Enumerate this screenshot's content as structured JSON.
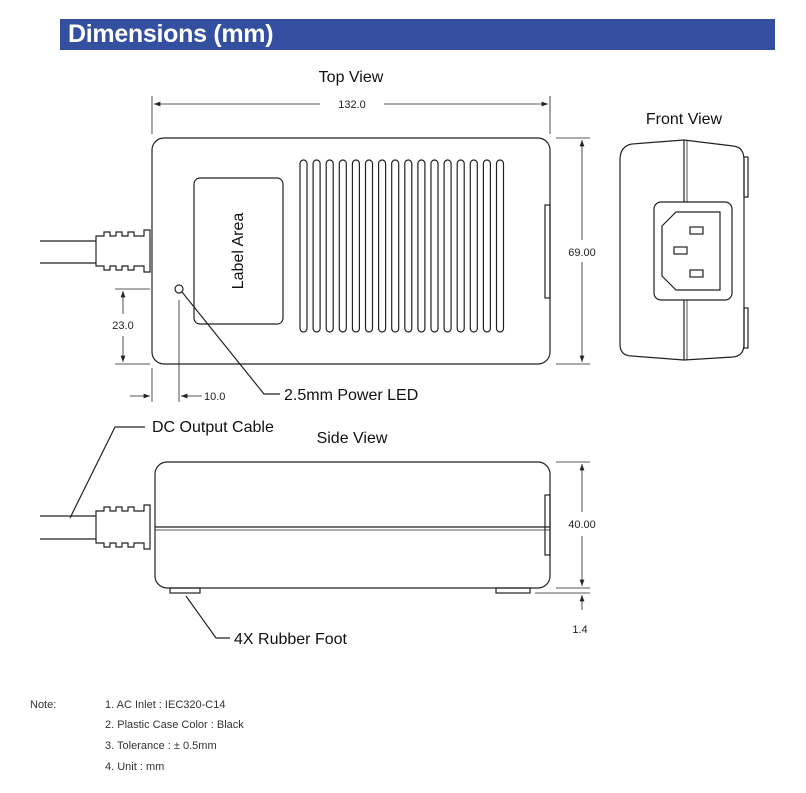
{
  "header": {
    "title": "Dimensions (mm)",
    "color": "#344ea0"
  },
  "views": {
    "top": "Top View",
    "front": "Front View",
    "side": "Side View"
  },
  "labels": {
    "label_area": "Label Area",
    "power_led": "2.5mm Power LED",
    "dc_cable": "DC Output Cable",
    "rubber_foot": "4X Rubber Foot"
  },
  "dimensions": {
    "length": "132.0",
    "width": "69.00",
    "led_y": "23.0",
    "led_x": "10.0",
    "height": "40.00",
    "foot": "1.4"
  },
  "notes": {
    "label": "Note:",
    "items": [
      "1. AC Inlet : IEC320-C14",
      "2. Plastic Case Color : Black",
      "3. Tolerance : ± 0.5mm",
      "4. Unit : mm"
    ]
  }
}
